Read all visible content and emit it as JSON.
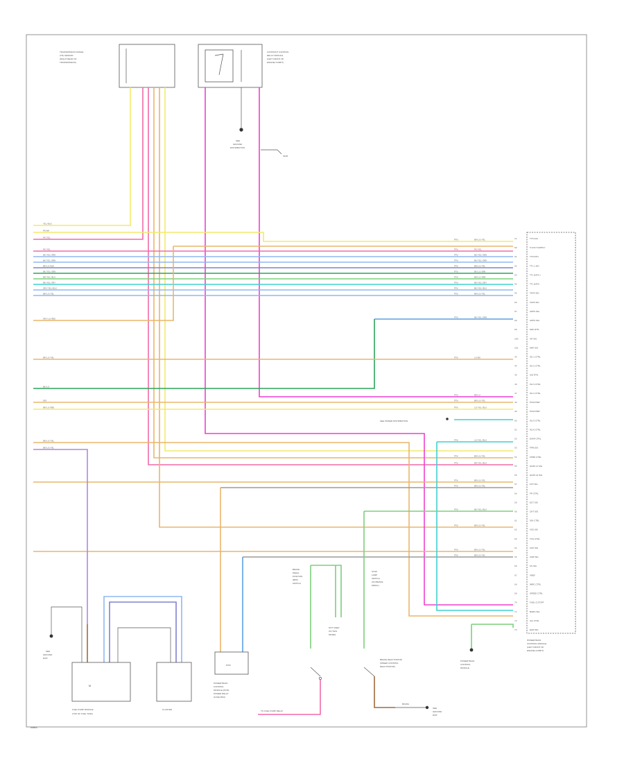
{
  "page": {
    "footer_code": "W6860"
  },
  "components": {
    "pcm": {
      "label_lines": [
        "POWERTRAIN",
        "CONTROL MODULE",
        "(LEFT FRONT OF",
        "ENGINE COMPT)"
      ],
      "pins": [
        {
          "name": "TTS IGN",
          "num": "11"
        },
        {
          "name": "5 VOLT SUPPLY",
          "num": "90"
        },
        {
          "name": "TTS RTN",
          "num": "91"
        },
        {
          "name": "TTL 1 SIG",
          "num": "92"
        },
        {
          "name": "TTL DATA +",
          "num": "93"
        },
        {
          "name": "TTL DATA -",
          "num": "94"
        },
        {
          "name": "TAPS SIG",
          "num": "95"
        },
        {
          "name": "TAPS SIG",
          "num": "96"
        },
        {
          "name": "APPS SIG",
          "num": "97"
        },
        {
          "name": "APPS SIG",
          "num": "98"
        },
        {
          "name": "MAF RTN",
          "num": "99"
        },
        {
          "name": "IAT SIG",
          "num": "100"
        },
        {
          "name": "MAF SIG",
          "num": "101"
        },
        {
          "name": "INJ 1 CTRL",
          "num": "43"
        },
        {
          "name": "INJ 2 CTRL",
          "num": "44"
        },
        {
          "name": "SIG RTN",
          "num": "45"
        },
        {
          "name": "INJ 3 CTRL",
          "num": "46"
        },
        {
          "name": "INJ 4 CTRL",
          "num": "47"
        },
        {
          "name": "PCM PWR",
          "num": "48"
        },
        {
          "name": "PCM PWR",
          "num": "49"
        },
        {
          "name": "INJ 5 CTRL",
          "num": "50"
        },
        {
          "name": "INJ 6 CTRL",
          "num": "51"
        },
        {
          "name": "EVAP CTRL",
          "num": "52"
        },
        {
          "name": "FPM SIG",
          "num": "53"
        },
        {
          "name": "FPRD CTRL",
          "num": "54"
        },
        {
          "name": "HO2S 11 SIG",
          "num": "55"
        },
        {
          "name": "HO2S 21 SIG",
          "num": "56"
        },
        {
          "name": "FTP SIG",
          "num": "57"
        },
        {
          "name": "FP CTRL",
          "num": "58"
        },
        {
          "name": "ECT SIG",
          "num": "59"
        },
        {
          "name": "CHT SIG",
          "num": "60"
        },
        {
          "name": "IGN CTRL",
          "num": "61"
        },
        {
          "name": "VSS SIG",
          "num": "62"
        },
        {
          "name": "TCS CTRL",
          "num": "63"
        },
        {
          "name": "CKP SIG",
          "num": "64"
        },
        {
          "name": "CMP SIG",
          "num": "65"
        },
        {
          "name": "KS SIG",
          "num": "66"
        },
        {
          "name": "VREF",
          "num": "67"
        },
        {
          "name": "IMRC CTRL",
          "num": "68"
        },
        {
          "name": "SPEED CTRL",
          "num": "69"
        },
        {
          "name": "FUEL CUTOFF",
          "num": "70"
        },
        {
          "name": "BARO SIG",
          "num": "71"
        },
        {
          "name": "IAC CTRL",
          "num": "72"
        },
        {
          "name": "EGR SIG",
          "num": "73"
        }
      ]
    },
    "top_left_connector": {
      "label_lines": [
        "TRANSMISSION RANGE",
        "(TR) SENSOR",
        "(RIGHT REAR OF",
        "TRANSMISSION)"
      ]
    },
    "top_mid_relay": {
      "label_lines": [
        "CONSTANT CONTROL",
        "RELAY MODULE",
        "(LEFT FRONT OF",
        "ENGINE COMPT)"
      ]
    },
    "ground_top": {
      "label_lines": [
        "SEE",
        "GROUND",
        "DISTRIBUTION"
      ]
    },
    "splice_label": "S108",
    "fuel_pump_module": {
      "label_lines": [
        "FUEL PUMP MODULE",
        "(TOP OF FUEL TANK)"
      ],
      "inner": "M"
    },
    "cluster": {
      "label": "CLUSTER"
    },
    "pcm_relay": {
      "label_lines": [
        "POWERTRAIN",
        "CONTROL",
        "MODULE (PCM)",
        "POWER RELAY",
        "(FUSE BOX)"
      ],
      "inner": "PCM"
    },
    "brake_switch": {
      "label_lines": [
        "BRAKE",
        "PEDAL",
        "POSITION",
        "(BPP)",
        "SWITCH"
      ]
    },
    "brake_lamp_switch": {
      "label_lines": [
        "STOP",
        "LAMP",
        "SWITCH",
        "(ON BRAKE",
        "PEDAL)"
      ]
    },
    "not_used": {
      "label_lines": [
        "NOT USED",
        "ON THIS",
        "MODEL"
      ]
    },
    "brake_deactivation": {
      "label_lines": [
        "BRAKE DEACTIVATOR",
        "(SPEED CONTROL",
        "DEACTIVATOR)"
      ]
    },
    "ground_bottom": {
      "label_lines": [
        "SEE",
        "GROUND",
        "DIST."
      ]
    },
    "ground_bottom_wire": "BK/WH",
    "powertrain_ground": {
      "label_lines": [
        "POWERTRAIN",
        "CONTROL",
        "MODULE"
      ]
    },
    "pcm_left_pins_label": "PCM",
    "fuse_ref": "TO FUEL PUMP RELAY",
    "diode_note": "SEE POWER DISTRIBUTION"
  },
  "left_wires": [
    "YEL/BLK",
    "PK/WH",
    "PK/YEL",
    "PK/YEL",
    "BK/YEL/GRN",
    "BK/YEL/GRN",
    "BR/LG/BLK",
    "BK/YEL/GRN",
    "BR/YEL/BLK",
    "BK/YEL/GRY",
    "GRY/YEL/BLK",
    "BR/LG/YEL",
    "GRY/LG/RED",
    "BR/LG/YEL",
    "BK/LG",
    "GRY",
    "BR/LG/RED",
    "BR/LG/YEL",
    "BR/LG/YEL"
  ],
  "pcm_side_wires": [
    {
      "code": "PTW",
      "color": "BR/LG/YEL"
    },
    {
      "code": "PTW",
      "color": "PK/YEL"
    },
    {
      "code": "PTW",
      "color": "BK/YEL/GRN"
    },
    {
      "code": "PTW",
      "color": "BK/YEL/GRN"
    },
    {
      "code": "PTW",
      "color": "BR/LG/YEL"
    },
    {
      "code": "PTW",
      "color": "BK/LG/GRN"
    },
    {
      "code": "PTW",
      "color": "BR/LG/GRN"
    },
    {
      "code": "PTW",
      "color": "BK/YEL/GRY"
    },
    {
      "code": "PTW",
      "color": "BK/YEL/BLK"
    },
    {
      "code": "PTW",
      "color": "BR/LG/YEL"
    },
    {
      "code": "PTW",
      "color": "BK/YEL/GRN"
    },
    {
      "code": "PTW",
      "color": "LG/BK"
    },
    {
      "code": "PTW",
      "color": "BR/LG"
    },
    {
      "code": "PTW",
      "color": "BR/LG/YEL"
    },
    {
      "code": "PTW",
      "color": "LG/YEL/BLK"
    },
    {
      "code": "PTW",
      "color": "LG/YEL/BLK"
    },
    {
      "code": "PTW",
      "color": "BR/LG/YEL"
    },
    {
      "code": "PTW",
      "color": "BR/YEL/BLK"
    },
    {
      "code": "PTW",
      "color": "BR/LG/YEL"
    },
    {
      "code": "PTW",
      "color": "BR/LG/YEL"
    },
    {
      "code": "PTW",
      "color": "BK/YEL/BLK"
    },
    {
      "code": "PTW",
      "color": "BR/LG/YEL"
    },
    {
      "code": "PTW",
      "color": "BR/LG/YEL"
    },
    {
      "code": "PTW",
      "color": "BR/LG/YEL"
    }
  ],
  "colors": {
    "yellow": "#f2ea6a",
    "pink": "#f06aa8",
    "magenta": "#ee3fd0",
    "orange": "#e9b56b",
    "tan": "#d9b77a",
    "blue": "#5aa0e0",
    "lightblue": "#8fb7f0",
    "green": "#2ca35a",
    "lightgreen": "#7ccf7c",
    "cyan": "#3fd0d0",
    "purple": "#8080d0",
    "gray": "#9a9a9a",
    "red": "#d23a3a",
    "brown": "#a06a3c",
    "violet": "#b088d8"
  }
}
